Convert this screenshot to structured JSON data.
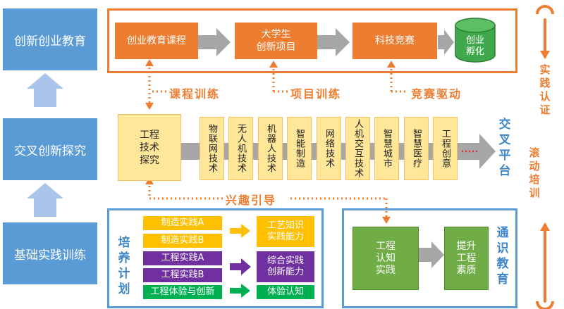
{
  "left": {
    "top": "创新创业教育",
    "middle": "交叉创新探究",
    "bottom": "基础实践训练"
  },
  "top_row": {
    "box1": "创业教育课程",
    "box2_line1": "大学生",
    "box2_line2": "创新项目",
    "box3": "科技竞赛",
    "cylinder_line1": "创业",
    "cylinder_line2": "孵化"
  },
  "labels": {
    "course_training": "课程训练",
    "project_training": "项目训练",
    "competition_driven": "竞赛驱动",
    "interest_guide": "兴趣引导"
  },
  "middle": {
    "source_line1": "工程",
    "source_line2": "技术",
    "source_line3": "探究",
    "columns": [
      "物联网技术",
      "无人机技术",
      "机器人技术",
      "智能制造",
      "网络技术",
      "人机交互技术",
      "智慧城市",
      "智慧医疗",
      "工程创意"
    ],
    "platform": "交叉平台"
  },
  "right": {
    "practice_cert": "实践认证",
    "rolling_training": "滚动培训",
    "general_education": "通识教育"
  },
  "bottom_left": {
    "plan": "培养计划",
    "rows": [
      "制造实践A",
      "制造实践B",
      "工程实践A",
      "工程实践B",
      "工程体验与创新"
    ],
    "results": [
      {
        "line1": "工艺知识",
        "line2": "实践能力"
      },
      {
        "line1": "综合实践",
        "line2": "创新能力"
      },
      {
        "line1": "体验认知",
        "line2": ""
      }
    ]
  },
  "bottom_right": {
    "box1_line1": "工程",
    "box1_line2": "认知",
    "box1_line3": "实践",
    "box2_line1": "提升",
    "box2_line2": "工程",
    "box2_line3": "素质"
  },
  "colors": {
    "blue": "#5b9bd5",
    "orange": "#ed7d31",
    "light_yellow": "#ffe699",
    "gray_arrow": "#a6a6a6",
    "green": "#70ad47",
    "yellow": "#ffc000",
    "purple": "#7030a0",
    "bright_green": "#00b050"
  }
}
